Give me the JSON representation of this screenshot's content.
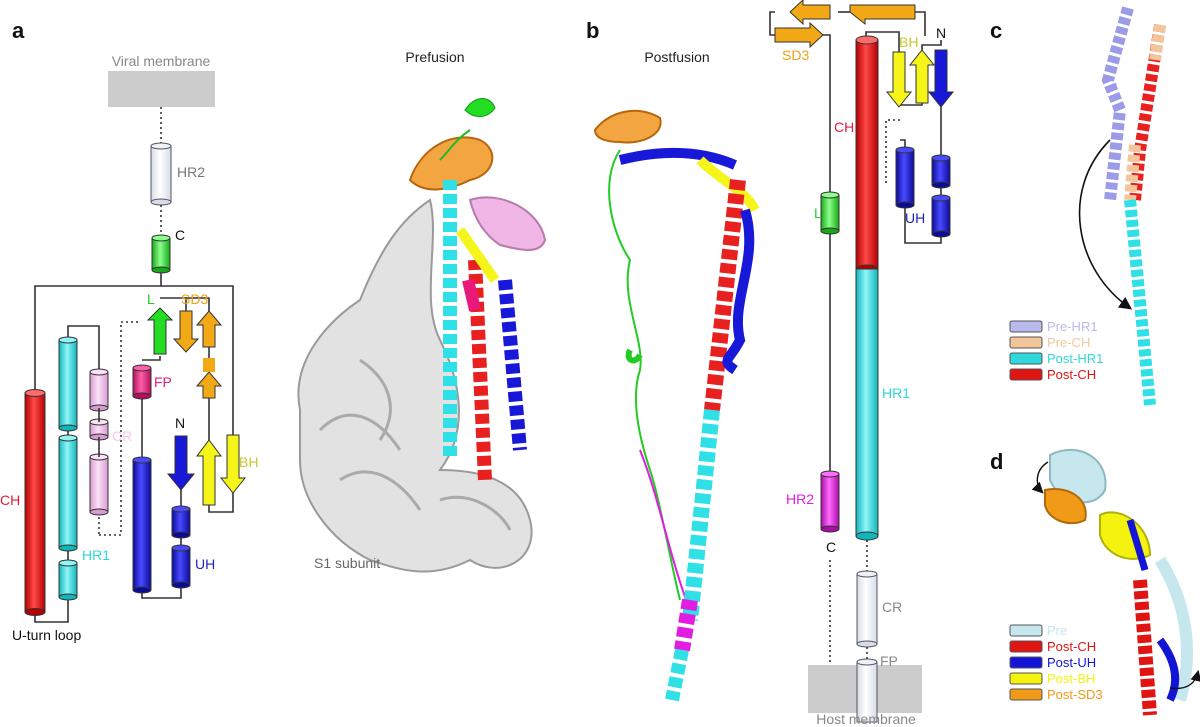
{
  "panels": {
    "a": "a",
    "b": "b",
    "c": "c",
    "d": "d"
  },
  "panel_a": {
    "viral_membrane": "Viral membrane",
    "hr2": "HR2",
    "c_terminus": "C",
    "l": "L",
    "sd3": "SD3",
    "fp": "FP",
    "ch": "CH",
    "hr1": "HR1",
    "cr": "CR",
    "n_terminus": "N",
    "bh": "BH",
    "uh": "UH",
    "u_turn_loop": "U-turn loop",
    "prefusion": "Prefusion",
    "s1_subunit": "S1 subunit"
  },
  "panel_b": {
    "postfusion": "Postfusion",
    "sd3": "SD3",
    "bh": "BH",
    "n_terminus": "N",
    "ch": "CH",
    "l": "L",
    "uh": "UH",
    "hr1": "HR1",
    "hr2": "HR2",
    "c_terminus": "C",
    "cr": "CR",
    "fp": "FP",
    "host_membrane": "Host membrane"
  },
  "panel_c": {
    "legend": [
      {
        "label": "Pre-HR1",
        "color": "#b9b9ee"
      },
      {
        "label": "Pre-CH",
        "color": "#f3c59a"
      },
      {
        "label": "Post-HR1",
        "color": "#2fd8da"
      },
      {
        "label": "Post-CH",
        "color": "#e11414"
      }
    ]
  },
  "panel_d": {
    "legend": [
      {
        "label": "Pre",
        "color": "#c6e7ee"
      },
      {
        "label": "Post-CH",
        "color": "#e11414"
      },
      {
        "label": "Post-UH",
        "color": "#1414d6"
      },
      {
        "label": "Post-BH",
        "color": "#f3f30f"
      },
      {
        "label": "Post-SD3",
        "color": "#f09a18"
      }
    ]
  },
  "colors": {
    "ch": "#e82020",
    "hr1": "#2fe0e6",
    "cr": "#f2c2ec",
    "fp": "#e8197a",
    "uh": "#1818d8",
    "bh": "#f5f51a",
    "sd3": "#f2a915",
    "l": "#22dd22",
    "hr2": "#e21ce0",
    "membrane": "#cccccc"
  }
}
